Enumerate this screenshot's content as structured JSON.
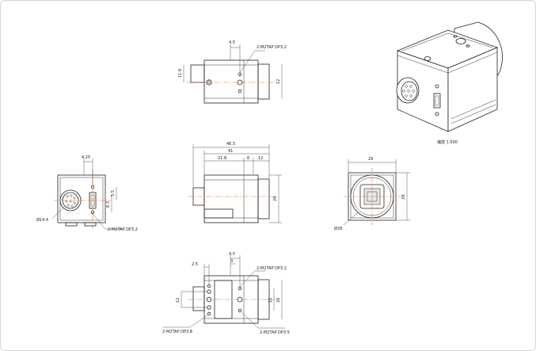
{
  "labels": {
    "top_tap_note": "2-M2TAP DP3.2",
    "top_dim_4_5": "4.5",
    "top_dim_11_9": "11.9",
    "top_dim_12": "12",
    "side_dim_4_25": "4.25",
    "side_dim_5_5": "5.5",
    "side_dim_6_3": "6.3",
    "side_dia_14_4": "Ø14.4",
    "side_tap_note": "2-M2TAP DP3.2",
    "front_dim_46_5": "46.5",
    "front_dim_41": "41",
    "front_dim_21_8": "21.8",
    "front_dim_6": "6",
    "front_dim_12": "12",
    "front_dim_29": "29",
    "right_dim_29_top": "29",
    "right_dim_29_side": "29",
    "right_dia_28": "Ø28",
    "bottom_dim_2_5": "2.5",
    "bottom_dim_4_5": "4.5",
    "bottom_dim_3": "3",
    "bottom_dim_12_left": "12",
    "bottom_dim_12_right": "12",
    "bottom_dim_26": "26",
    "bottom_tap_note_top": "2-M2TAP DP3.2",
    "bottom_tap_note_left": "2-M2TAP DP3.8",
    "bottom_tap_note_right": "2-M2TAP DP3.5",
    "iso_scale": "缩放 1.500"
  },
  "colors": {
    "line": "#222222",
    "centerline": "#e06a2c",
    "frame_border": "#d6d6d6"
  }
}
